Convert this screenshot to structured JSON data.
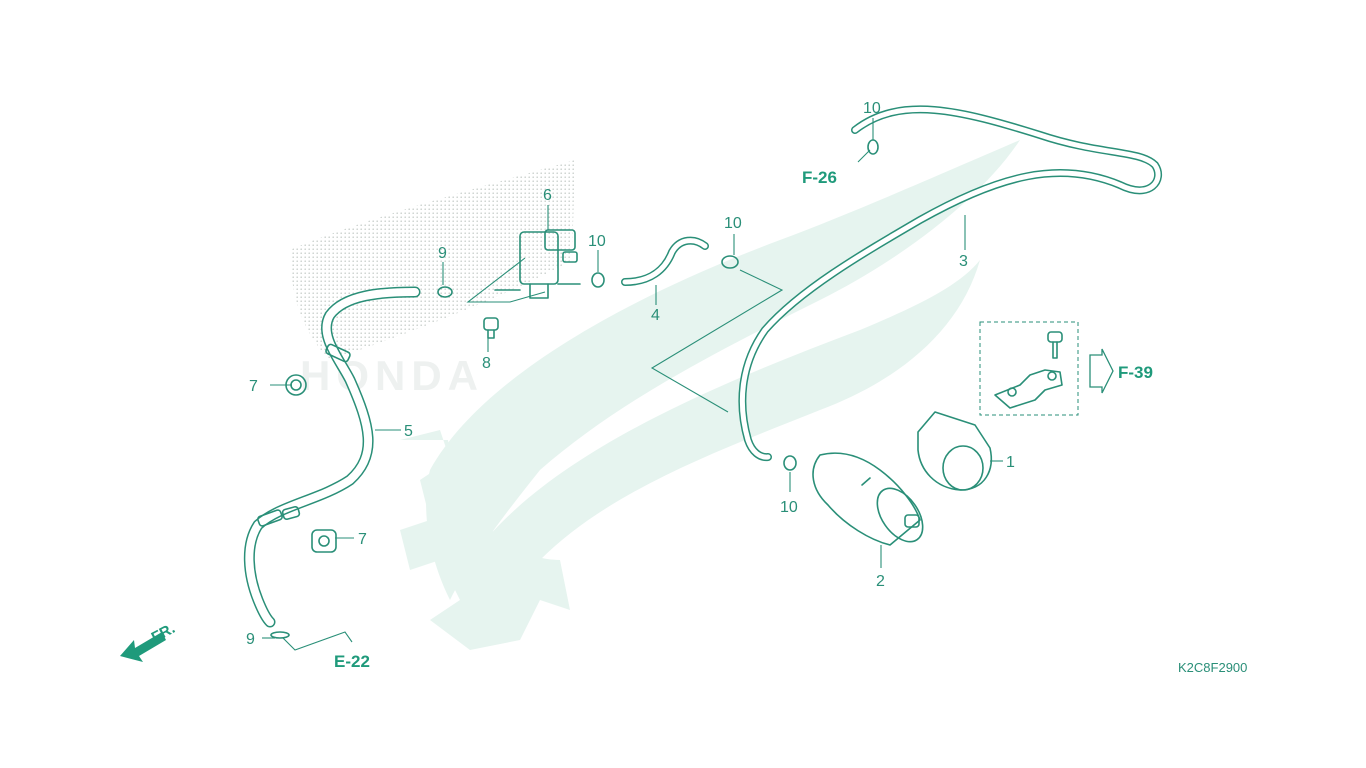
{
  "diagram": {
    "part_code": "K2C8F2900",
    "direction_label": "FR.",
    "callouts": [
      {
        "id": "c1",
        "label": "1"
      },
      {
        "id": "c2",
        "label": "2"
      },
      {
        "id": "c3",
        "label": "3"
      },
      {
        "id": "c4",
        "label": "4"
      },
      {
        "id": "c5",
        "label": "5"
      },
      {
        "id": "c6",
        "label": "6"
      },
      {
        "id": "c7a",
        "label": "7"
      },
      {
        "id": "c7b",
        "label": "7"
      },
      {
        "id": "c8",
        "label": "8"
      },
      {
        "id": "c9a",
        "label": "9"
      },
      {
        "id": "c9b",
        "label": "9"
      },
      {
        "id": "c10a",
        "label": "10"
      },
      {
        "id": "c10b",
        "label": "10"
      },
      {
        "id": "c10c",
        "label": "10"
      },
      {
        "id": "c10d",
        "label": "10"
      }
    ],
    "references": [
      {
        "id": "r1",
        "label": "F-26"
      },
      {
        "id": "r2",
        "label": "F-39"
      },
      {
        "id": "r3",
        "label": "E-22"
      }
    ],
    "colors": {
      "line": "#2a8f78",
      "reference_text": "#1f9a7b",
      "watermark": "#e6f4ef"
    },
    "watermark_text": "HONDA"
  }
}
